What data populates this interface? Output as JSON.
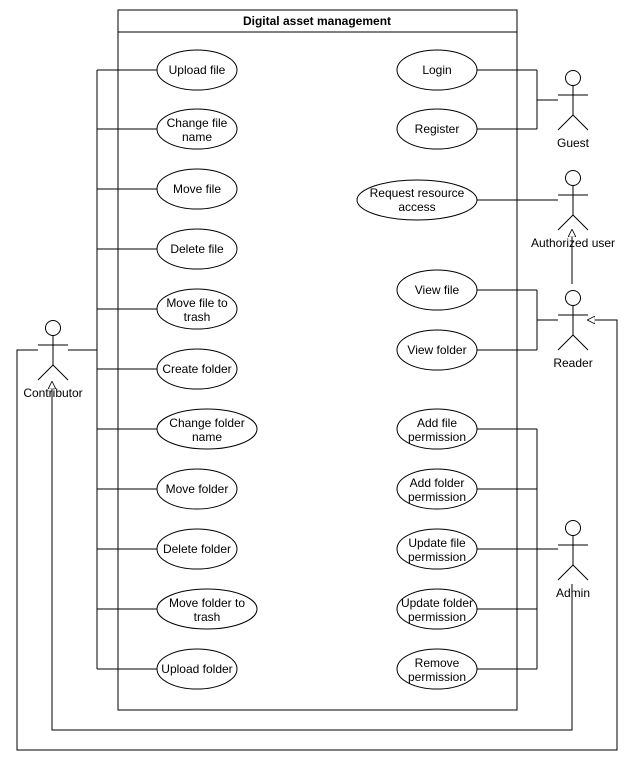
{
  "system": {
    "title": "Digital asset management"
  },
  "use_cases": {
    "upload_file": [
      "Upload file"
    ],
    "change_file_name": [
      "Change file",
      "name"
    ],
    "move_file": [
      "Move file"
    ],
    "delete_file": [
      "Delete file"
    ],
    "move_file_trash": [
      "Move file to",
      "trash"
    ],
    "create_folder": [
      "Create folder"
    ],
    "change_folder_name": [
      "Change folder",
      "name"
    ],
    "move_folder": [
      "Move folder"
    ],
    "delete_folder": [
      "Delete folder"
    ],
    "move_folder_trash": [
      "Move folder to",
      "trash"
    ],
    "upload_folder": [
      "Upload folder"
    ],
    "login": [
      "Login"
    ],
    "register": [
      "Register"
    ],
    "request_access": [
      "Request resource",
      "access"
    ],
    "view_file": [
      "View file"
    ],
    "view_folder": [
      "View folder"
    ],
    "add_file_perm": [
      "Add file",
      "permission"
    ],
    "add_folder_perm": [
      "Add folder",
      "permission"
    ],
    "update_file_perm": [
      "Update file",
      "permission"
    ],
    "update_folder_perm": [
      "Update folder",
      "permission"
    ],
    "remove_perm": [
      "Remove",
      "permission"
    ]
  },
  "actors": {
    "contributor": "Contributor",
    "guest": "Guest",
    "authorized_user": "Authorized user",
    "reader": "Reader",
    "admin": "Admin"
  }
}
